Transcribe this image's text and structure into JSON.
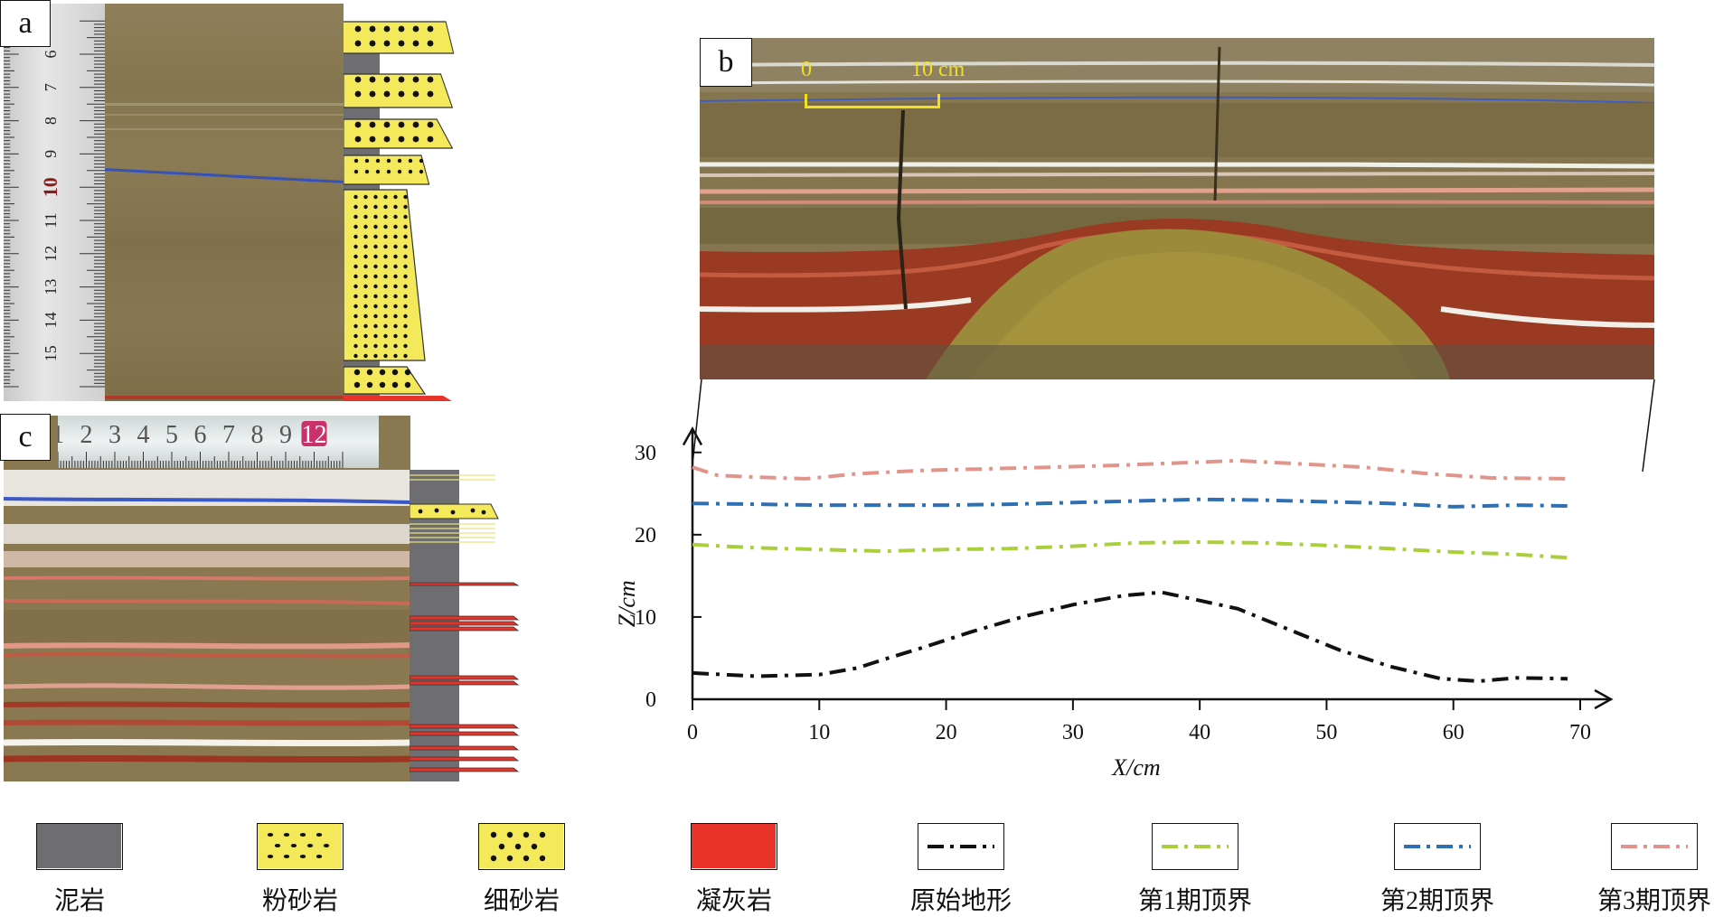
{
  "panels": {
    "a": "a",
    "b": "b",
    "c": "c"
  },
  "ruler_a": {
    "ticks": [
      "6",
      "7",
      "8",
      "9",
      "10",
      "11",
      "12",
      "13",
      "14",
      "15"
    ]
  },
  "ruler_c": {
    "ticks": [
      "1",
      "2",
      "3",
      "4",
      "5",
      "6",
      "7",
      "8",
      "9",
      "12"
    ]
  },
  "scale_bar": {
    "start": "0",
    "end": "10 cm"
  },
  "colors": {
    "mudstone": "#6e6e72",
    "siltstone": "#f3e95a",
    "fine_sandstone": "#f3e95a",
    "tuff": "#e8332a",
    "original_terrain": "#111111",
    "top1": "#a9cf3d",
    "top2": "#2f6fb3",
    "top3": "#e0948a"
  },
  "chart_data": {
    "type": "line",
    "xlabel": "X/cm",
    "ylabel": "Z/cm",
    "xlim": [
      0,
      72
    ],
    "ylim": [
      0,
      32
    ],
    "xticks": [
      "0",
      "10",
      "20",
      "30",
      "40",
      "50",
      "60",
      "70"
    ],
    "yticks": [
      "0",
      "10",
      "20",
      "30"
    ],
    "series": [
      {
        "name": "原始地形",
        "color": "#111111",
        "x": [
          0,
          5,
          10,
          13,
          15,
          18,
          22,
          26,
          30,
          34,
          37,
          40,
          43,
          47,
          51,
          55,
          59,
          62,
          65,
          69
        ],
        "y": [
          3.2,
          2.8,
          3.0,
          3.8,
          4.8,
          6.2,
          8.2,
          10.0,
          11.5,
          12.6,
          13.0,
          12.0,
          11.0,
          8.5,
          6.0,
          4.0,
          2.5,
          2.2,
          2.6,
          2.5
        ]
      },
      {
        "name": "第1期顶界",
        "color": "#a9cf3d",
        "x": [
          0,
          5,
          10,
          15,
          20,
          25,
          30,
          35,
          40,
          45,
          50,
          55,
          60,
          65,
          69
        ],
        "y": [
          18.8,
          18.4,
          18.2,
          18.0,
          18.2,
          18.3,
          18.6,
          19.0,
          19.1,
          19.0,
          18.7,
          18.3,
          17.9,
          17.6,
          17.2
        ]
      },
      {
        "name": "第2期顶界",
        "color": "#2f6fb3",
        "x": [
          0,
          5,
          10,
          15,
          20,
          25,
          30,
          35,
          40,
          45,
          50,
          55,
          60,
          65,
          69
        ],
        "y": [
          23.8,
          23.7,
          23.6,
          23.6,
          23.6,
          23.7,
          23.9,
          24.1,
          24.3,
          24.2,
          24.0,
          23.8,
          23.4,
          23.6,
          23.5
        ]
      },
      {
        "name": "第3期顶界",
        "color": "#e0948a",
        "x": [
          0,
          2,
          5,
          9,
          13,
          18,
          23,
          28,
          33,
          38,
          43,
          48,
          53,
          58,
          63,
          69
        ],
        "y": [
          28.2,
          27.2,
          27.0,
          26.8,
          27.4,
          27.8,
          28.0,
          28.2,
          28.4,
          28.7,
          29.0,
          28.6,
          28.2,
          27.4,
          26.9,
          26.8
        ]
      }
    ]
  },
  "legend": [
    {
      "label": "泥岩",
      "kind": "mudstone"
    },
    {
      "label": "粉砂岩",
      "kind": "siltstone"
    },
    {
      "label": "细砂岩",
      "kind": "fine_sandstone"
    },
    {
      "label": "凝灰岩",
      "kind": "tuff"
    },
    {
      "label": "原始地形",
      "kind": "line",
      "color": "#111111"
    },
    {
      "label": "第1期顶界",
      "kind": "line",
      "color": "#a9cf3d"
    },
    {
      "label": "第2期顶界",
      "kind": "line",
      "color": "#2f6fb3"
    },
    {
      "label": "第3期顶界",
      "kind": "line",
      "color": "#e0948a"
    }
  ]
}
